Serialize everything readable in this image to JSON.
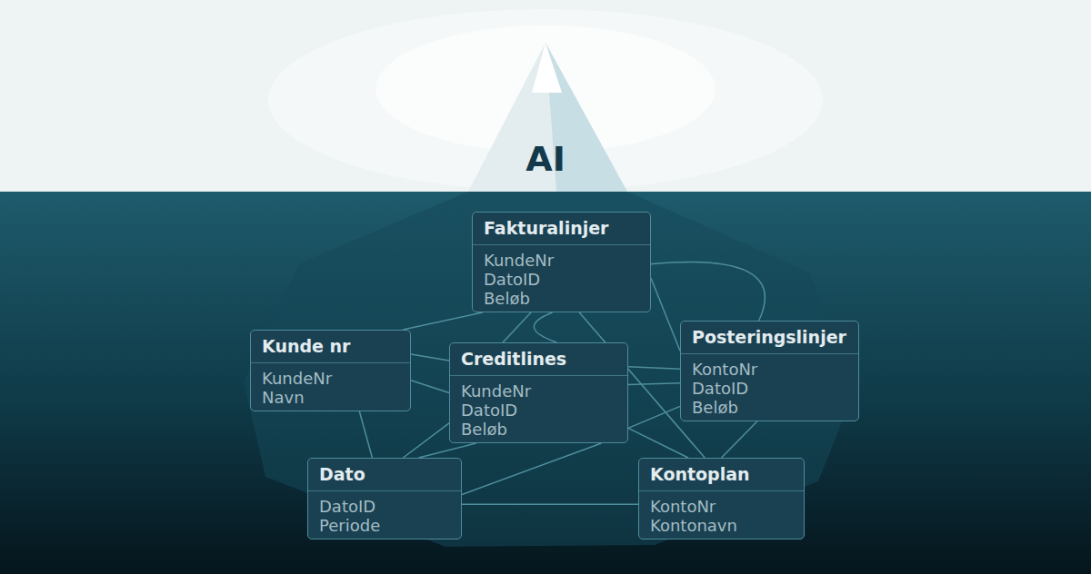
{
  "diagram": {
    "nodes": [
      {
        "text": [
          "Fakturalinjer",
          "KundeNr",
          "DatoID",
          "Beløb"
        ]
      },
      {
        "text": [
          "Kunde nr",
          "KundeNr",
          "Navn"
        ]
      },
      {
        "text": [
          "Creditlines",
          "KundeNr",
          "DatoID",
          "Beløb"
        ]
      },
      {
        "text": [
          "Posteringslinjer",
          "KontoNr",
          "DatoID",
          "Beløb"
        ]
      },
      {
        "text": [
          "Dato",
          "DatoID",
          "Periode"
        ]
      },
      {
        "text": [
          "Kontoplan",
          "KontoNr",
          "Kontonavn"
        ]
      }
    ],
    "edges": [
      {
        "from": 0,
        "to": 1,
        "arrow": "none"
      },
      {
        "from": 0,
        "to": 2,
        "arrow": "none"
      },
      {
        "from": 0,
        "to": 2,
        "arrow": "none"
      },
      {
        "from": 0,
        "to": 3,
        "arrow": "none"
      },
      {
        "from": 0,
        "to": 3,
        "arrow": "none"
      },
      {
        "from": 0,
        "to": 5,
        "arrow": "none"
      },
      {
        "from": 1,
        "to": 2,
        "arrow": "none"
      },
      {
        "from": 1,
        "to": 2,
        "arrow": "none"
      },
      {
        "from": 1,
        "to": 4,
        "arrow": "none"
      },
      {
        "from": 2,
        "to": 3,
        "arrow": "none"
      },
      {
        "from": 2,
        "to": 3,
        "arrow": "none"
      },
      {
        "from": 2,
        "to": 4,
        "arrow": "none"
      },
      {
        "from": 2,
        "to": 4,
        "arrow": "none"
      },
      {
        "from": 2,
        "to": 4,
        "arrow": "none"
      },
      {
        "from": 2,
        "to": 5,
        "arrow": "none"
      },
      {
        "from": 3,
        "to": 2,
        "arrow": "none"
      },
      {
        "from": 3,
        "to": 5,
        "arrow": "none"
      },
      {
        "from": 4,
        "to": 5,
        "arrow": "none"
      }
    ],
    "labels": [
      "AI"
    ]
  }
}
